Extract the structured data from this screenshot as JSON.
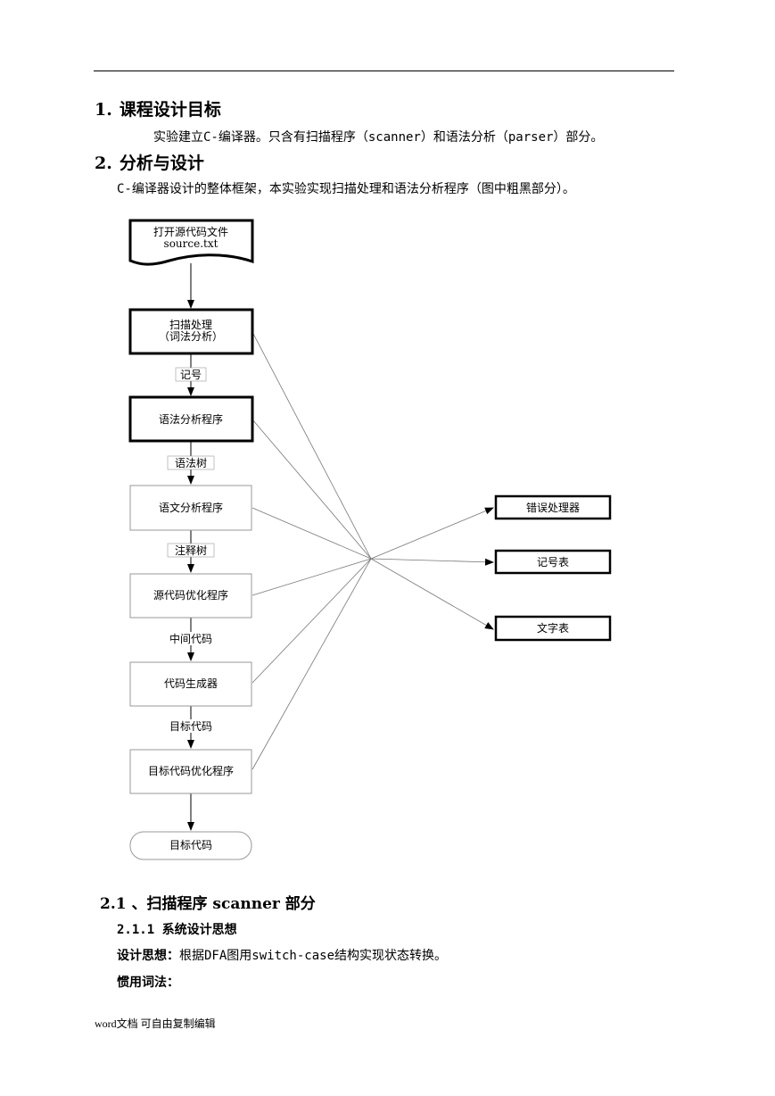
{
  "section1": {
    "number": "1.",
    "title": "课程设计目标",
    "text": "实验建立C-编译器。只含有扫描程序（scanner）和语法分析（parser）部分。"
  },
  "section2": {
    "number": "2.",
    "title": "分析与设计",
    "text": "C-编译器设计的整体框架，本实验实现扫描处理和语法分析程序（图中粗黑部分）。"
  },
  "flowchart": {
    "source_doc_line1": "打开源代码文件",
    "source_doc_line2": "source.txt",
    "scan_line1": "扫描处理",
    "scan_line2": "（词法分析）",
    "label_tokens": "记号",
    "parser": "语法分析程序",
    "label_syntax_tree": "语法树",
    "semantic": "语文分析程序",
    "label_annotated_tree": "注释树",
    "source_optimizer": "源代码优化程序",
    "label_intermediate_code": "中间代码",
    "code_generator": "代码生成器",
    "label_target_code": "目标代码",
    "target_optimizer": "目标代码优化程序",
    "end_terminal": "目标代码",
    "error_handler": "错误处理器",
    "symbol_table": "记号表",
    "literal_table": "文字表"
  },
  "section21": {
    "heading": "2.1 、扫描程序 scanner 部分",
    "sub_heading": "2.1.1 系统设计思想",
    "design_label": "设计思想：",
    "design_text": "根据DFA图用switch-case结构实现状态转换。",
    "idiom_label": "惯用词法："
  },
  "footer": "word文档 可自由复制编辑"
}
